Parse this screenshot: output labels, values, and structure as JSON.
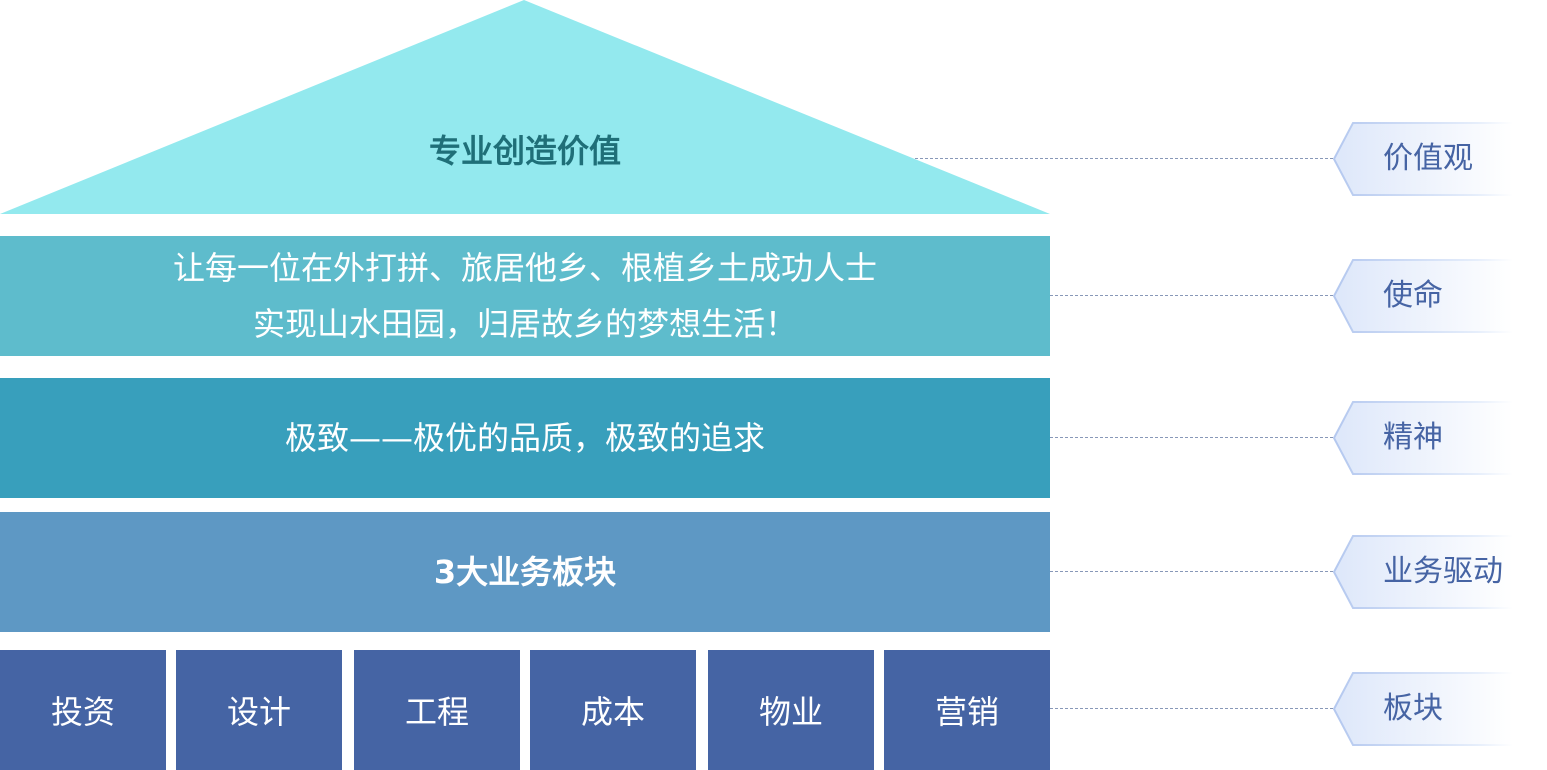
{
  "roof": {
    "text": "专业创造价值",
    "color": "#93e9ee"
  },
  "mission": {
    "line1": "让每一位在外打拼、旅居他乡、根植乡土成功人士",
    "line2": "实现山水田园，归居故乡的梦想生活！",
    "color": "#5ebccc"
  },
  "spirit": {
    "text": "极致——极优的品质，极致的追求",
    "color": "#389fbc"
  },
  "business": {
    "text": "3大业务板块",
    "color": "#5e98c4"
  },
  "blocks": [
    "投资",
    "设计",
    "工程",
    "成本",
    "物业",
    "营销"
  ],
  "tags": [
    "价值观",
    "使命",
    "精神",
    "业务驱动",
    "板块"
  ]
}
